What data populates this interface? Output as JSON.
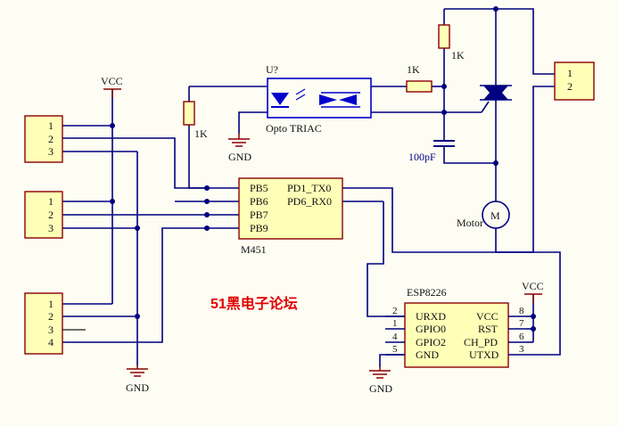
{
  "colors": {
    "wire": "#000080",
    "component": "#8b0000",
    "fill": "#ffffb8",
    "watermark": "#e00000",
    "background": "#fdfdf3"
  },
  "labels": {
    "vcc_left": "VCC",
    "vcc_right": "VCC",
    "gnd_opto": "GND",
    "gnd_left": "GND",
    "gnd_esp": "GND",
    "opto_ref": "U?",
    "opto_name": "Opto TRIAC",
    "r_opto": "1K",
    "r_series": "1K",
    "r_top": "1K",
    "cap": "100pF",
    "motor_label": "Motor",
    "motor_symbol": "M",
    "mcu_name": "M451",
    "esp_name": "ESP8226",
    "watermark": "51黑电子论坛"
  },
  "connectors": {
    "j1": [
      "1",
      "2",
      "3"
    ],
    "j2": [
      "1",
      "2",
      "3"
    ],
    "j3": [
      "1",
      "2",
      "3",
      "4"
    ],
    "out": [
      "1",
      "2"
    ]
  },
  "mcu": {
    "left_pins": [
      "PB5",
      "PB6",
      "PB7",
      "PB9"
    ],
    "right_pins": [
      "PD1_TX0",
      "PD6_RX0"
    ]
  },
  "esp": {
    "left_pins": [
      {
        "num": "2",
        "name": "URXD"
      },
      {
        "num": "1",
        "name": "GPIO0"
      },
      {
        "num": "4",
        "name": "GPIO2"
      },
      {
        "num": "5",
        "name": "GND"
      }
    ],
    "right_pins": [
      {
        "num": "8",
        "name": "VCC"
      },
      {
        "num": "7",
        "name": "RST"
      },
      {
        "num": "6",
        "name": "CH_PD"
      },
      {
        "num": "3",
        "name": "UTXD"
      }
    ]
  }
}
